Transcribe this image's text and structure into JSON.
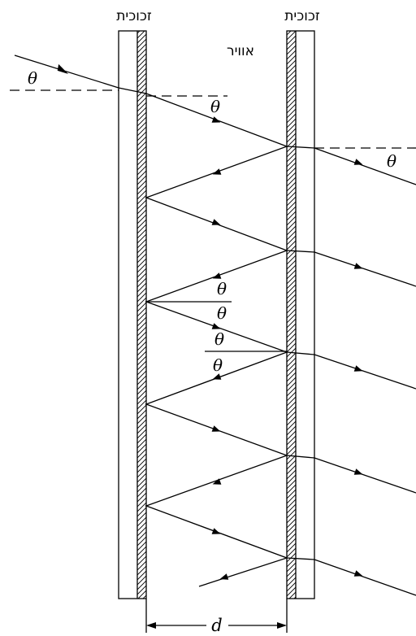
{
  "labels": {
    "glass_left": "זכוכית",
    "glass_right": "זכוכית",
    "air": "אוויר",
    "theta": "θ",
    "d": "d"
  }
}
